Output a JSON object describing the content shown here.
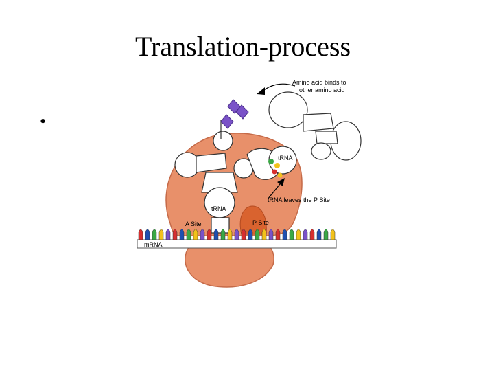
{
  "slide": {
    "title": "Translation-process",
    "bullet": "•"
  },
  "diagram": {
    "labels": {
      "amino_acid_binds_1": "Amino acid binds to",
      "amino_acid_binds_2": "other amino acid",
      "trna_exit": "tRNA",
      "trna_a_site": "tRNA",
      "trna_leaves": "tRNA leaves the P Site",
      "a_site": "A Site",
      "p_site": "P Site",
      "mrna": "mRNA"
    },
    "colors": {
      "ribosome": "#e8906a",
      "ribosome_stroke": "#c56a48",
      "p_site": "#d9632f",
      "amino_acid": "#7a52c8",
      "codon_colors": [
        "#d62f2f",
        "#1f4fb0",
        "#3aa845",
        "#f2c21b",
        "#7a52c8"
      ]
    }
  }
}
